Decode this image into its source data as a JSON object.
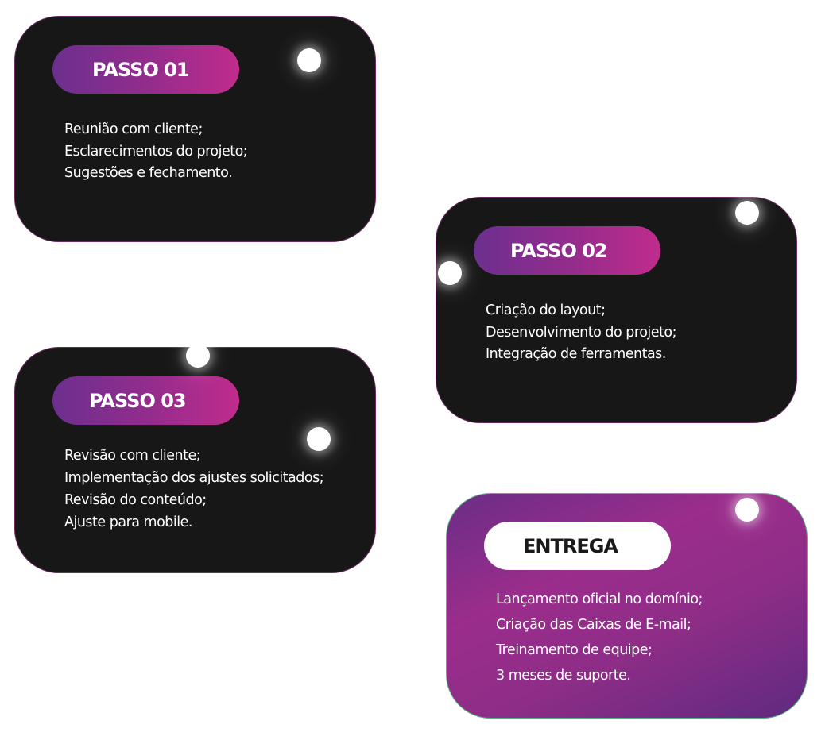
{
  "steps": [
    {
      "label": "PASSO 01",
      "items": [
        "Reunião com cliente;",
        "Esclarecimentos do projeto;",
        "Sugestões e fechamento."
      ]
    },
    {
      "label": "PASSO 02",
      "items": [
        "Criação do layout;",
        "Desenvolvimento do projeto;",
        "Integração de ferramentas."
      ]
    },
    {
      "label": "PASSO 03",
      "items": [
        "Revisão com cliente;",
        "Implementação dos ajustes solicitados;",
        "Revisão do conteúdo;",
        "Ajuste para mobile."
      ]
    },
    {
      "label": "ENTREGA",
      "items": [
        "Lançamento oficial no domínio;",
        "Criação das Caixas de E-mail;",
        "Treinamento de equipe;",
        "3 meses de suporte."
      ]
    }
  ],
  "colors": {
    "card_bg": "#171717",
    "pill_start": "#6c2f8e",
    "pill_end": "#c02c8c",
    "final_card_accent": "#9b2d8c",
    "connector": "#ffffff"
  }
}
